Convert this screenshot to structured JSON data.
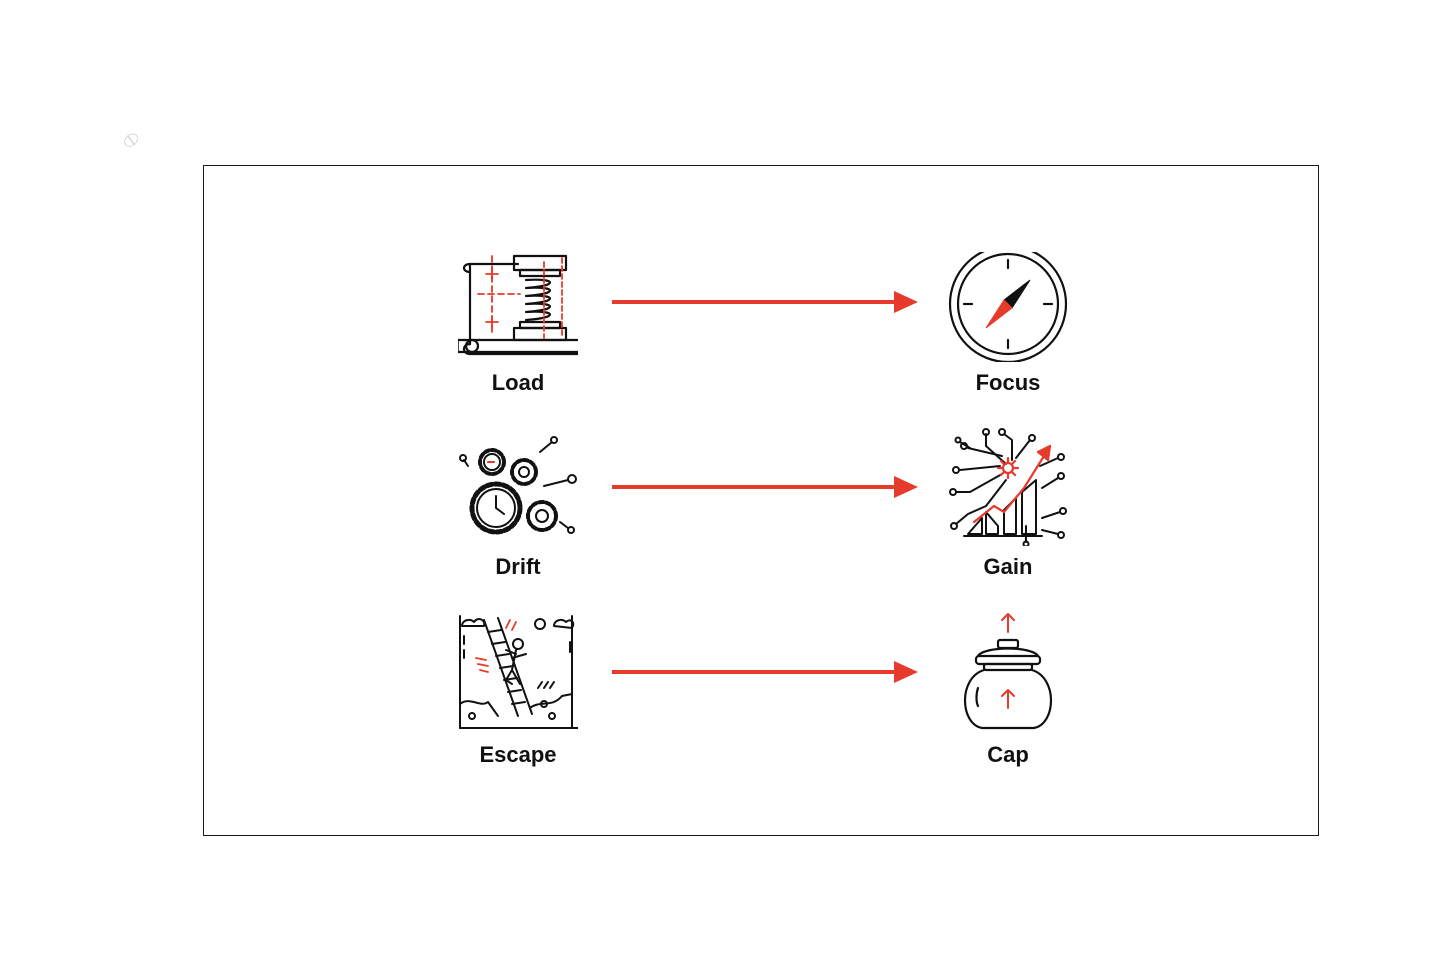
{
  "colors": {
    "accent": "#e63a2a",
    "ink": "#111111",
    "frame": "#1a1a1a"
  },
  "rows": [
    {
      "from": {
        "label": "Load",
        "icon": "spring-press-blueprint-icon"
      },
      "to": {
        "label": "Focus",
        "icon": "compass-icon"
      }
    },
    {
      "from": {
        "label": "Drift",
        "icon": "gears-clock-icon"
      },
      "to": {
        "label": "Gain",
        "icon": "growth-chart-network-icon"
      }
    },
    {
      "from": {
        "label": "Escape",
        "icon": "ladder-climb-pit-icon"
      },
      "to": {
        "label": "Cap",
        "icon": "jar-lid-up-icon"
      }
    }
  ]
}
